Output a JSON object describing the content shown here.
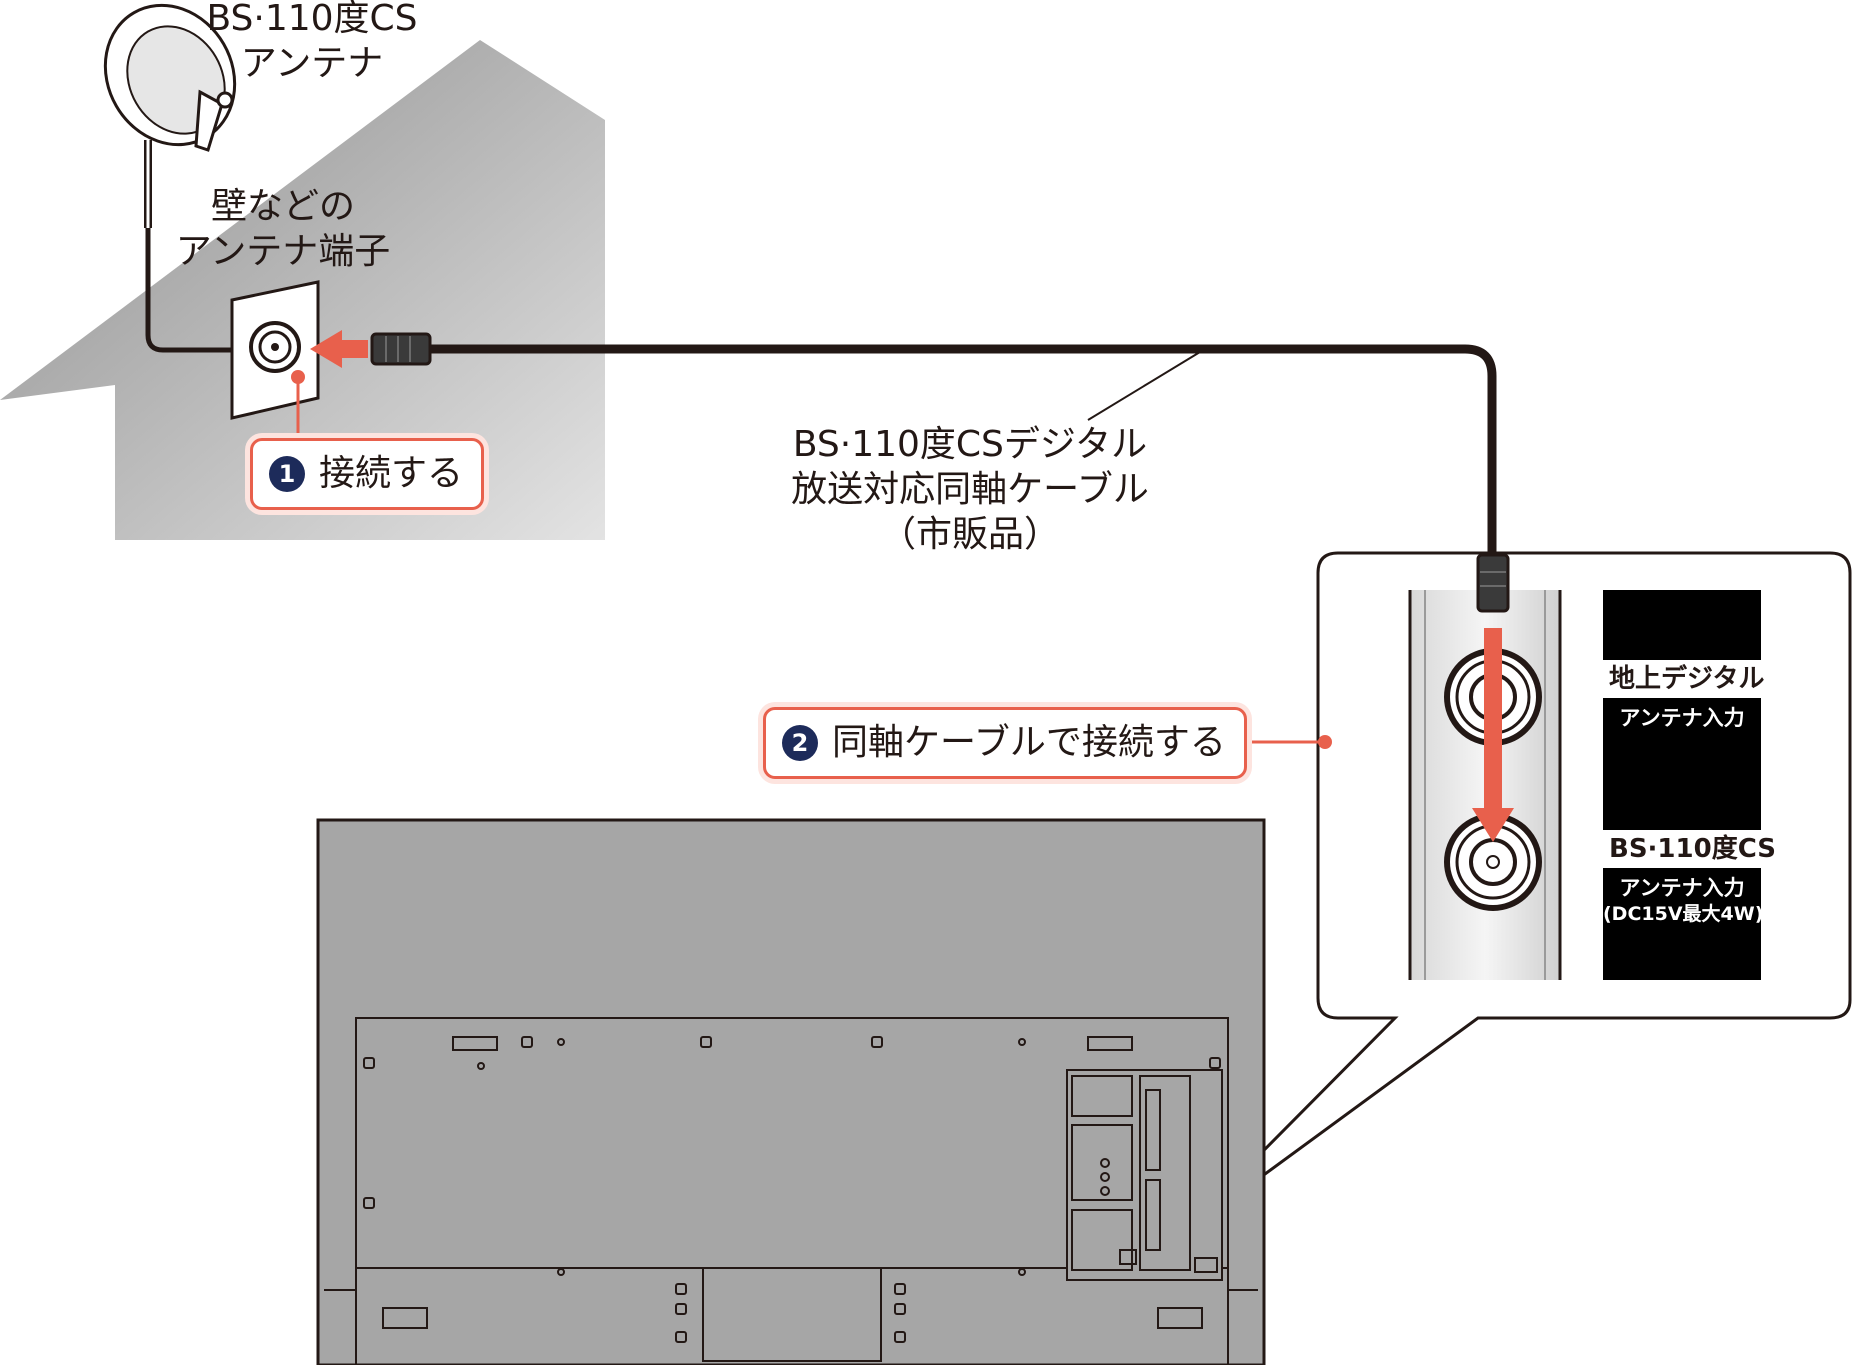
{
  "labels": {
    "antenna_line1": "BS·110度CS",
    "antenna_line2": "アンテナ",
    "wall_line1": "壁などの",
    "wall_line2": "アンテナ端子",
    "cable_line1": "BS·110度CSデジタル",
    "cable_line2": "放送対応同軸ケーブル",
    "cable_line3": "（市販品）"
  },
  "steps": [
    {
      "number": "1",
      "text": "接続する"
    },
    {
      "number": "2",
      "text": "同軸ケーブルで接続する"
    }
  ],
  "terminal_panel": {
    "top_tag": "地上デジタル",
    "top_sub": "アンテナ入力",
    "bottom_tag": "BS·110度CS",
    "bottom_sub": "アンテナ入力",
    "bottom_sub2": "(DC15V最大4W)"
  },
  "colors": {
    "accent_red": "#e8604c",
    "step_number_bg": "#1d2b5a",
    "tv_body": "#a6a6a6",
    "panel_black": "#000000"
  }
}
